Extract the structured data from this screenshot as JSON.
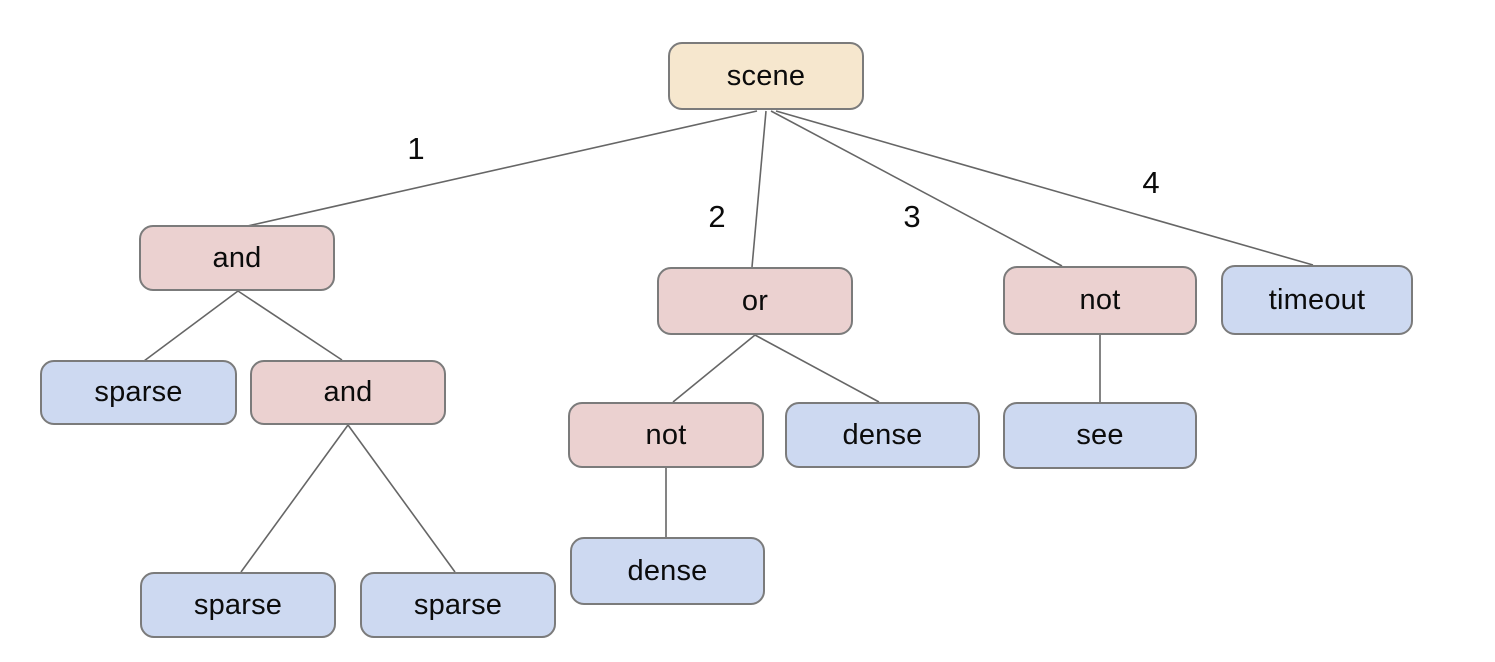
{
  "diagram": {
    "type": "tree",
    "colors": {
      "root_fill": "#f6e7ce",
      "operator_fill": "#ebd1d0",
      "leaf_fill": "#cdd9f1",
      "node_border": "#7b7b7b",
      "edge_line": "#666666",
      "text": "#0b0b0b",
      "background": "#ffffff"
    },
    "nodes": [
      {
        "id": "scene",
        "label": "scene",
        "type": "root"
      },
      {
        "id": "and-1",
        "label": "and",
        "type": "operator"
      },
      {
        "id": "sparse-1",
        "label": "sparse",
        "type": "leaf"
      },
      {
        "id": "and-2",
        "label": "and",
        "type": "operator"
      },
      {
        "id": "sparse-2",
        "label": "sparse",
        "type": "leaf"
      },
      {
        "id": "sparse-3",
        "label": "sparse",
        "type": "leaf"
      },
      {
        "id": "or",
        "label": "or",
        "type": "operator"
      },
      {
        "id": "not-mid",
        "label": "not",
        "type": "operator"
      },
      {
        "id": "dense-1",
        "label": "dense",
        "type": "leaf"
      },
      {
        "id": "dense-2",
        "label": "dense",
        "type": "leaf"
      },
      {
        "id": "not-right",
        "label": "not",
        "type": "operator"
      },
      {
        "id": "see",
        "label": "see",
        "type": "leaf"
      },
      {
        "id": "timeout",
        "label": "timeout",
        "type": "leaf"
      }
    ],
    "edges": [
      {
        "from": "scene",
        "to": "and-1",
        "label": "1"
      },
      {
        "from": "scene",
        "to": "or",
        "label": "2"
      },
      {
        "from": "scene",
        "to": "not-right",
        "label": "3"
      },
      {
        "from": "scene",
        "to": "timeout",
        "label": "4"
      },
      {
        "from": "and-1",
        "to": "sparse-1",
        "label": ""
      },
      {
        "from": "and-1",
        "to": "and-2",
        "label": ""
      },
      {
        "from": "and-2",
        "to": "sparse-2",
        "label": ""
      },
      {
        "from": "and-2",
        "to": "sparse-3",
        "label": ""
      },
      {
        "from": "or",
        "to": "not-mid",
        "label": ""
      },
      {
        "from": "or",
        "to": "dense-1",
        "label": ""
      },
      {
        "from": "not-mid",
        "to": "dense-2",
        "label": ""
      },
      {
        "from": "not-right",
        "to": "see",
        "label": ""
      }
    ]
  }
}
